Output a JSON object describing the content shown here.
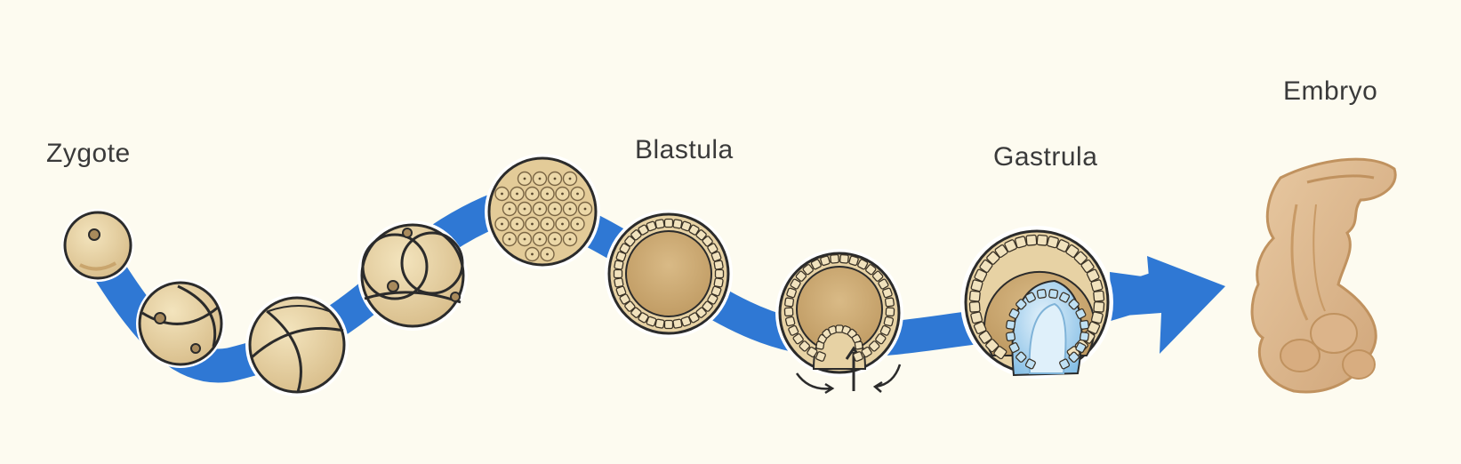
{
  "labels": {
    "zygote": "Zygote",
    "blastula": "Blastula",
    "gastrula": "Gastrula",
    "embryo": "Embryo"
  },
  "colors": {
    "background": "#fdfbf0",
    "arrow": "#2f78d4",
    "cell_fill": "#e9d6a8",
    "cell_shade": "#d6b987",
    "outline": "#2b2b2b",
    "endoderm": "#8cc4e8",
    "embryo": "#dcb48a"
  },
  "diagram": {
    "stages": [
      "zygote",
      "2-cell",
      "4-cell",
      "8-cell",
      "morula",
      "blastula",
      "early-gastrula",
      "gastrula",
      "embryo"
    ]
  }
}
